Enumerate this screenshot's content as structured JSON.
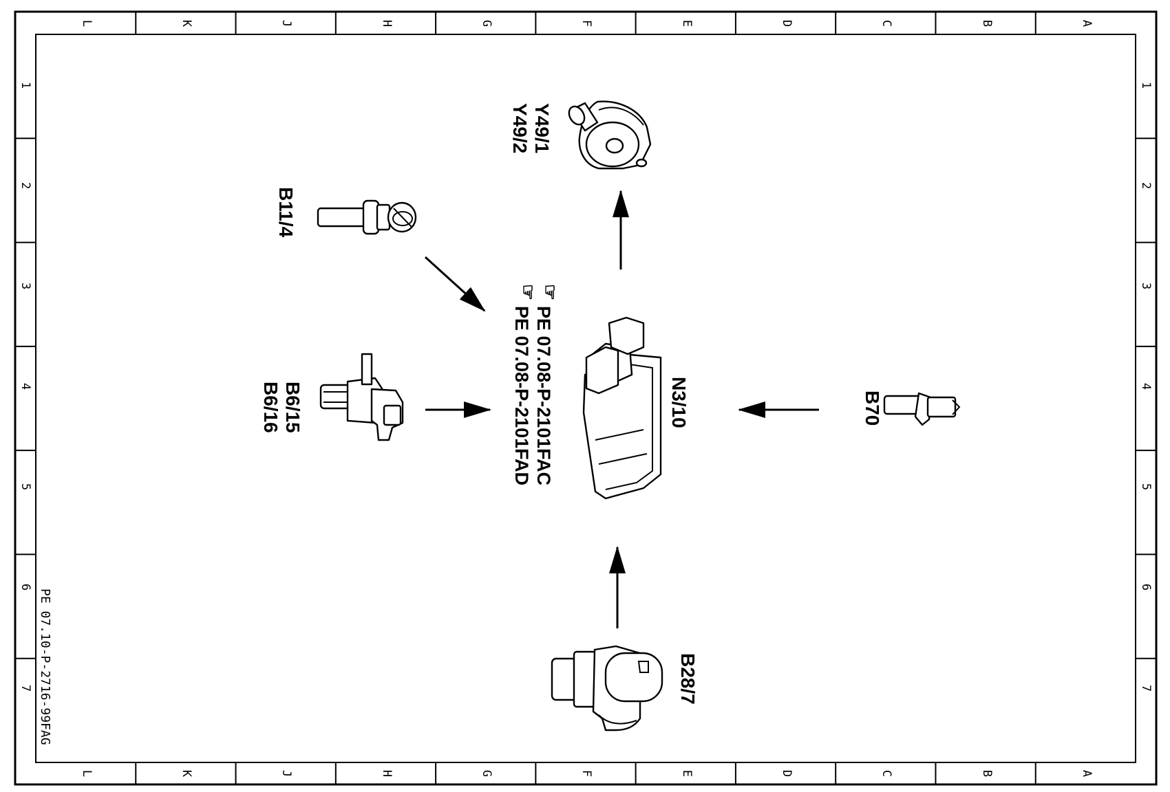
{
  "frame": {
    "columns": [
      "L",
      "K",
      "J",
      "H",
      "G",
      "F",
      "E",
      "D",
      "C",
      "B",
      "A"
    ],
    "rows": [
      "1",
      "2",
      "3",
      "4",
      "5",
      "6",
      "7"
    ]
  },
  "components": {
    "valve_a": "Y49/1",
    "valve_b": "Y49/2",
    "sensor_b11": "B11/4",
    "sensor_b6_a": "B6/15",
    "sensor_b6_b": "B6/16",
    "control_unit": "N3/10",
    "sensor_b70": "B70",
    "sensor_b28": "B28/7"
  },
  "references": [
    {
      "icon": "pointing-hand-icon",
      "text": "PE 07.08-P-2101FAC"
    },
    {
      "icon": "pointing-hand-icon",
      "text": "PE 07.08-P-2101FAD"
    }
  ],
  "document_number": "PE 07.10-P-2716-99FAG"
}
